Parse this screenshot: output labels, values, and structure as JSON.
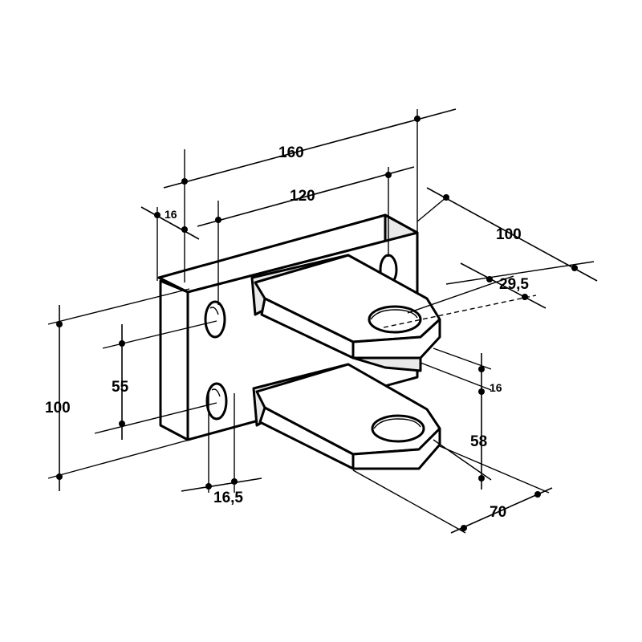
{
  "dimensions": {
    "width_total": "160",
    "hole_spacing_horizontal": "120",
    "plate_thickness": "16",
    "depth": "100",
    "hole_offset": "29,5",
    "height_total": "100",
    "hole_spacing_vertical": "55",
    "slot_width": "16,5",
    "arm_thickness": "16",
    "arm_gap": "58",
    "arm_length": "70"
  }
}
